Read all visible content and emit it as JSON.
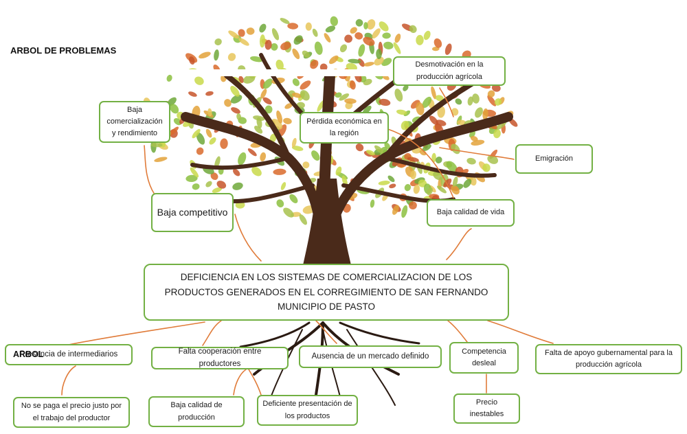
{
  "title": "ARBOL DE PROBLEMAS",
  "overlay_label": "ARBOL",
  "colors": {
    "box_border": "#72b043",
    "arrow": "#e07b39",
    "trunk": "#4a2a1a"
  },
  "core_problem": "DEFICIENCIA EN LOS SISTEMAS DE COMERCIALIZACION DE LOS PRODUCTOS GENERADOS EN EL CORREGIMIENTO DE SAN FERNANDO MUNICIPIO DE PASTO",
  "effects": {
    "baja_comercializacion": "Baja comercialización y rendimiento",
    "baja_competitivo": "Baja competitivo",
    "perdida_economica": "Pérdida económica en la región",
    "desmotivacion": "Desmotivación en la producción agrícola",
    "emigracion": "Emigración",
    "baja_calidad_vida": "Baja calidad de vida"
  },
  "causes": {
    "intermediarios": "Presencia de intermediarios",
    "cooperacion": "Falta cooperación entre productores",
    "mercado": "Ausencia de un mercado definido",
    "competencia": "Competencia desleal",
    "apoyo": "Falta de apoyo gubernamental para la producción agrícola",
    "precio_justo": "No se paga el precio justo por el trabajo del productor",
    "calidad_produccion": "Baja calidad de producción",
    "presentacion": "Deficiente presentación de los productos",
    "precio_inestable": "Precio inestables"
  }
}
